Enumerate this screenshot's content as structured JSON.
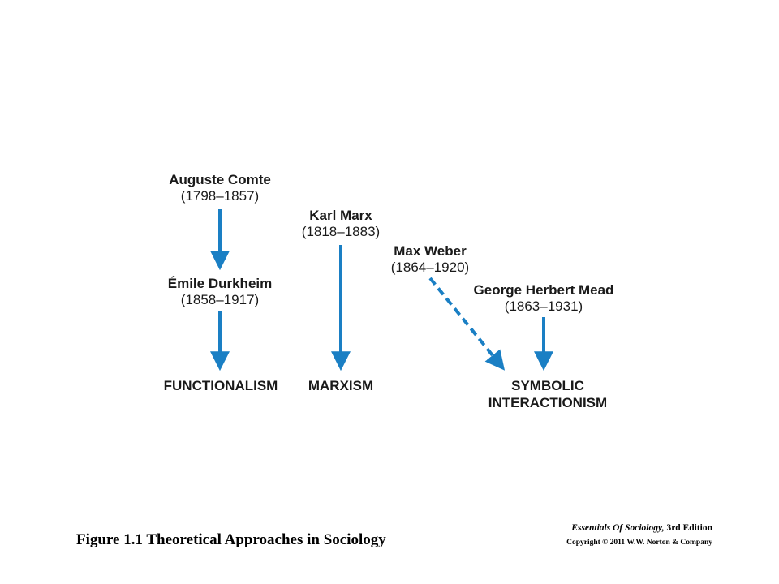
{
  "diagram": {
    "accent_color": "#1a7fc4",
    "thinkers": {
      "comte": {
        "name": "Auguste Comte",
        "years": "(1798–1857)"
      },
      "durkheim": {
        "name": "Émile Durkheim",
        "years": "(1858–1917)"
      },
      "marx": {
        "name": "Karl Marx",
        "years": "(1818–1883)"
      },
      "weber": {
        "name": "Max Weber",
        "years": "(1864–1920)"
      },
      "mead": {
        "name": "George Herbert Mead",
        "years": "(1863–1931)"
      }
    },
    "schools": {
      "functionalism": "FUNCTIONALISM",
      "marxism": "MARXISM",
      "symbolic_line1": "SYMBOLIC",
      "symbolic_line2": "INTERACTIONISM"
    },
    "edges": [
      {
        "from": "Auguste Comte",
        "to": "Émile Durkheim",
        "style": "solid"
      },
      {
        "from": "Émile Durkheim",
        "to": "FUNCTIONALISM",
        "style": "solid"
      },
      {
        "from": "Karl Marx",
        "to": "MARXISM",
        "style": "solid"
      },
      {
        "from": "Max Weber",
        "to": "SYMBOLIC INTERACTIONISM",
        "style": "dashed"
      },
      {
        "from": "George Herbert Mead",
        "to": "SYMBOLIC INTERACTIONISM",
        "style": "solid"
      }
    ]
  },
  "caption": "Figure 1.1 Theoretical  Approaches in Sociology",
  "credit": {
    "book_title": "Essentials Of Sociology,",
    "edition": " 3rd Edition",
    "copyright": "Copyright © 2011  W.W. Norton & Company"
  }
}
